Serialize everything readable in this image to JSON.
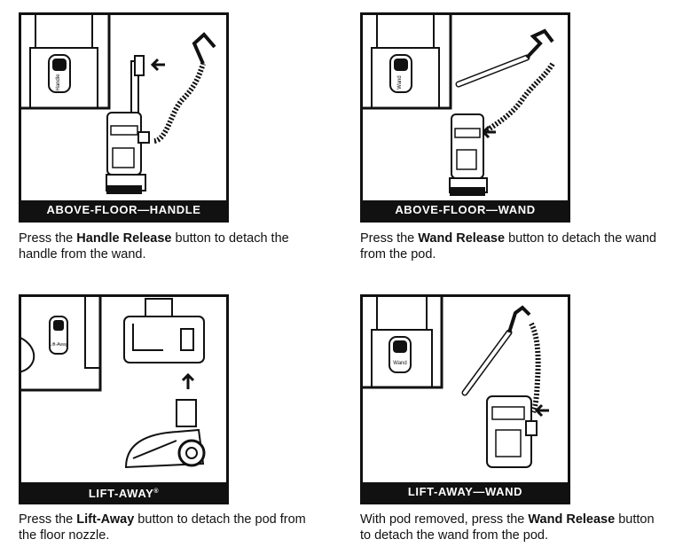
{
  "panels": [
    {
      "banner": "ABOVE-FLOOR—HANDLE",
      "caption": {
        "pre": "Press the ",
        "bold": "Handle Release",
        "post": " button to detach the handle from the wand."
      },
      "inset_button_label": "Handle"
    },
    {
      "banner": "ABOVE-FLOOR—WAND",
      "caption": {
        "pre": "Press the ",
        "bold": "Wand Release",
        "post": " button to detach the wand from the pod."
      },
      "inset_button_label": "Wand"
    },
    {
      "banner": "LIFT-AWAY",
      "banner_mark": "®",
      "caption": {
        "pre": "Press the ",
        "bold": "Lift-Away",
        "post": " button to detach the pod from the floor nozzle."
      },
      "inset_button_label": "Lift-Away"
    },
    {
      "banner": "LIFT-AWAY—WAND",
      "caption": {
        "pre": "With pod removed, press the ",
        "bold": "Wand Release",
        "post": " button to detach the wand from the pod."
      },
      "inset_button_label": "Wand"
    }
  ]
}
